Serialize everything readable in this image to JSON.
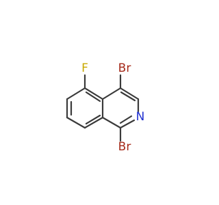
{
  "molecule": {
    "atoms": {
      "f": {
        "symbol": "F",
        "color": "#c8a800"
      },
      "br_top": {
        "symbol": "Br",
        "color": "#a52a1a"
      },
      "n": {
        "symbol": "N",
        "color": "#2030d0"
      },
      "br_bottom": {
        "symbol": "Br",
        "color": "#a52a1a"
      }
    },
    "bond_color": "#3a3a3a"
  }
}
